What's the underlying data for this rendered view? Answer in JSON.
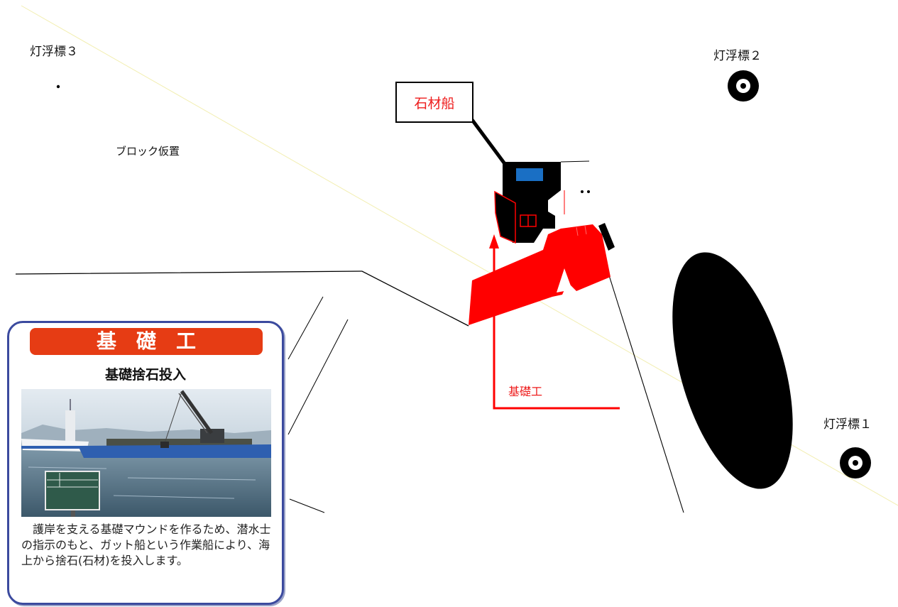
{
  "labels": {
    "buoy_3": "灯浮標３",
    "buoy_2": "灯浮標２",
    "buoy_1": "灯浮標１",
    "block_storage": "ブロック仮置",
    "stone_ship": "石材船",
    "foundation_work": "基礎工"
  },
  "card": {
    "banner": "基　礎　工",
    "subtitle": "基礎捨石投入",
    "description": "　護岸を支える基礎マウンドを作るため、潜水士の指示のもと、ガット船という作業船により、海上から捨石(石材)を投入します。"
  },
  "icons": {
    "buoy_2": "buoy-icon",
    "buoy_1": "buoy-icon"
  },
  "colors": {
    "banner": "#e63c14",
    "card-border": "#3b4a9e",
    "label-red": "#ee1c1c",
    "work-area-red": "#ff0000",
    "ship-window-blue": "#1a6fc4"
  }
}
